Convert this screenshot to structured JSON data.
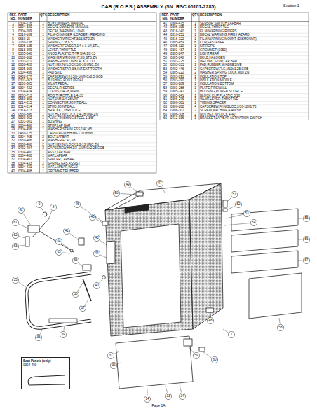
{
  "diagram": {
    "title": "CAB (R.O.P.S.) ASSEMBLY (SN: RSC 00101-2285)",
    "nodes": [
      {
        "text": [
          "Seat Panels (only)",
          "0304-400"
        ]
      }
    ],
    "labels": [
      "Section 1",
      "REF. NO.",
      "PART NUMBER",
      "QTY.",
      "DESCRIPTION",
      "REF. NO.",
      "PART NUMBER",
      "QTY.",
      "DESCRIPTION",
      "1",
      "0304-216",
      "1",
      "BOX,OWNERS MANUAL",
      "2",
      "0304-330",
      "1",
      "DECAL,OWNER'S MANUAL",
      "3",
      "0304-209",
      "1",
      "DECAL,WARNING,LOAD",
      "4",
      "0316-169",
      "1",
      "FILM-CHANGER (LOADER) (READING",
      "5",
      "0650-15",
      "1",
      "WASHER,WRIGHT,3/16,STD,ZN",
      "6",
      "2039-238",
      "1",
      "SPRING,2.38,6.5",
      "7",
      "0305-135",
      "1",
      "WASHER,FENDER,1/4 x 1 1/4,STL,",
      "8",
      "0318-299",
      "1",
      "LEVER,THROTTLE",
      "9",
      "0305-540",
      "1",
      "KNOB,PLASTIC,T-TR DIA,1/2-13",
      "10",
      "0650-362",
      "1",
      "WASHER,WROUGHT,3/8,STD,ZN",
      "11",
      "0303-071",
      "2",
      "WASHER,NYLON,BLACK,1\" OD",
      "12",
      "0650-420",
      "1",
      "NUT,HEX,NYLOCK,3/8-16 UNC,ZN",
      "13",
      "0305-669",
      "2",
      "WASHER,STAR,3/8,INT/EXT TOOTH",
      "14",
      "0304-456",
      "1",
      "PAD,SKID",
      "15",
      "0402-277",
      "2",
      "CAPSCREW,HH,3/8-16UNCx2.5 GOB",
      "16",
      "0301-063",
      "1",
      "BUSHING,FOOT PEDAL",
      "17",
      "0201-005",
      "1",
      "WLMT,PEDAL",
      "18",
      "0304-422",
      "1",
      "DECAL,R-SERIES",
      "19",
      "0304-424",
      "1",
      "CLEVIS,1/4-28,W/PIN",
      "20",
      "0203-713",
      "1",
      "ROD,THROTTLE,1/4x33",
      "21",
      "0650-381",
      "1",
      "NUT,JAM,1/4-28 UNF",
      "22",
      "0214-215",
      "1",
      "CONNECTOR,JOINT,BALL",
      "23",
      "0314-214",
      "1",
      "STUD,JOINT,BALL",
      "24",
      "0314-213",
      "1",
      "BRACKET,THROTTLE",
      "25",
      "0650-396",
      "1",
      "NUT,HEX,NYLOCK,1/4-28 UNF,ZN",
      "26",
      "0320-002",
      "1",
      "PLUG,FINISHING,STEEL 1-3/8\"",
      "27",
      "0301-001",
      "1",
      "BUSHING",
      "28",
      "0304-488",
      "1",
      "STOP,LAP BAR",
      "29",
      "0304-456",
      "1",
      "WASHER,STAINLESS,1/4\",M5",
      "30",
      "0460-125",
      "1",
      "CAPSCREW,HH,M8-1.0x16mm",
      "31",
      "0304-465",
      "2",
      "BOLT,LAPBAR",
      "32",
      "0650-406",
      "4",
      "WASHER,FLAT,3/8",
      "33",
      "0650-408",
      "2",
      "NUT,HEX,NYLOCK,1/2-13 UNC,ZN",
      "34",
      "0402-404",
      "2",
      "CAPSCREW,HH,1/2-13UNCx2.25 GOB",
      "35",
      "0304-400",
      "1",
      "ASSY,LAP BAR",
      "36",
      "0304-460",
      "1",
      "MAT,LAPBAR",
      "37",
      "0304-407",
      "2",
      "SPACER,LAPBAR",
      "38",
      "0304-433",
      "2",
      "SPRING,GAS,ASSIST",
      "39",
      "0304-431",
      "1",
      "MAT,LAPBAR,WELD",
      "40",
      "0304-408",
      "1",
      "GROMMET,RUBBER",
      "41",
      "0304-475",
      "1",
      "SENSOR,SWITCH,LAPBAR",
      "42",
      "0306-305",
      "1",
      "DECAL,THROTTLE",
      "43",
      "0316-140",
      "1",
      "FILM-WARNING,RIDERS",
      "44",
      "0316-251",
      "1",
      "DECAL,WARNING,FIRE HAZARD",
      "45",
      "0316-122",
      "1",
      "FILM-WARNING,MOUNT (DISMOUNT)",
      "46",
      "0305-459",
      "6",
      "CLIP,FASTENER",
      "47",
      "0405-110",
      "1",
      "KIT,ROPS",
      "48",
      "0301-437",
      "1",
      "GROMMET (1050)",
      "49",
      "0305-247",
      "1",
      "LIGHT,REAR",
      "50",
      "0305-248",
      "1",
      "BULB,HALOGEN",
      "51",
      "0203-225",
      "2",
      "WELDMT,STOP,LAP BAR",
      "52",
      "0203-333",
      "1",
      "PAD,RUBBER,W/ADHESIVE",
      "53",
      "0402-446",
      "2",
      "CAPSCREW,FLG,M10x1.25 GOB",
      "54",
      "0305-222",
      "2",
      "WASHER,SPRING LOCK,M10,ZN",
      "55",
      "0203-291",
      "1",
      "INSULATION,TOP",
      "56",
      "0203-290",
      "1",
      "INSULATION,MIDDLE",
      "57",
      "0203-289",
      "1",
      "INSULATION,BOTTOM",
      "58",
      "0203-288",
      "1",
      "PLATE,FIREWALL",
      "59",
      "0305-242",
      "1",
      "HOUSING,POWER SOURCE",
      "60",
      "0305-241",
      "1",
      "BLOCK,CLIP,PLASTIC,3/16",
      "61",
      "0306-276",
      "1",
      "WLMT,LEVER,THROTTLE",
      "62",
      "0306-301",
      "1",
      "TUBING,SPACER",
      "63",
      "0306-202",
      "4",
      "CAPSCREW,FH,WZLOC,3/16-18X1.75",
      "64",
      "0306-307",
      "2",
      "SCREW,MACHINE,4-40x3/8",
      "65",
      "0306-308",
      "2",
      "NUT,HEX,NYLOCK 4-40",
      "66",
      "0412-036",
      "1",
      "BRACKET,LAP BAR ACTIVATION SWITCH",
      "47",
      "46",
      "42",
      "61",
      "9",
      "8",
      "62",
      "63",
      "41",
      "64",
      "65",
      "66",
      "43",
      "44",
      "45",
      "49",
      "50",
      "35",
      "36",
      "38",
      "37",
      "39",
      "40",
      "51",
      "52",
      "53",
      "54",
      "55",
      "56",
      "57",
      "58",
      "59",
      "60",
      "48",
      "31",
      "32",
      "33",
      "34",
      "14",
      "1",
      "Page 1A"
    ]
  }
}
